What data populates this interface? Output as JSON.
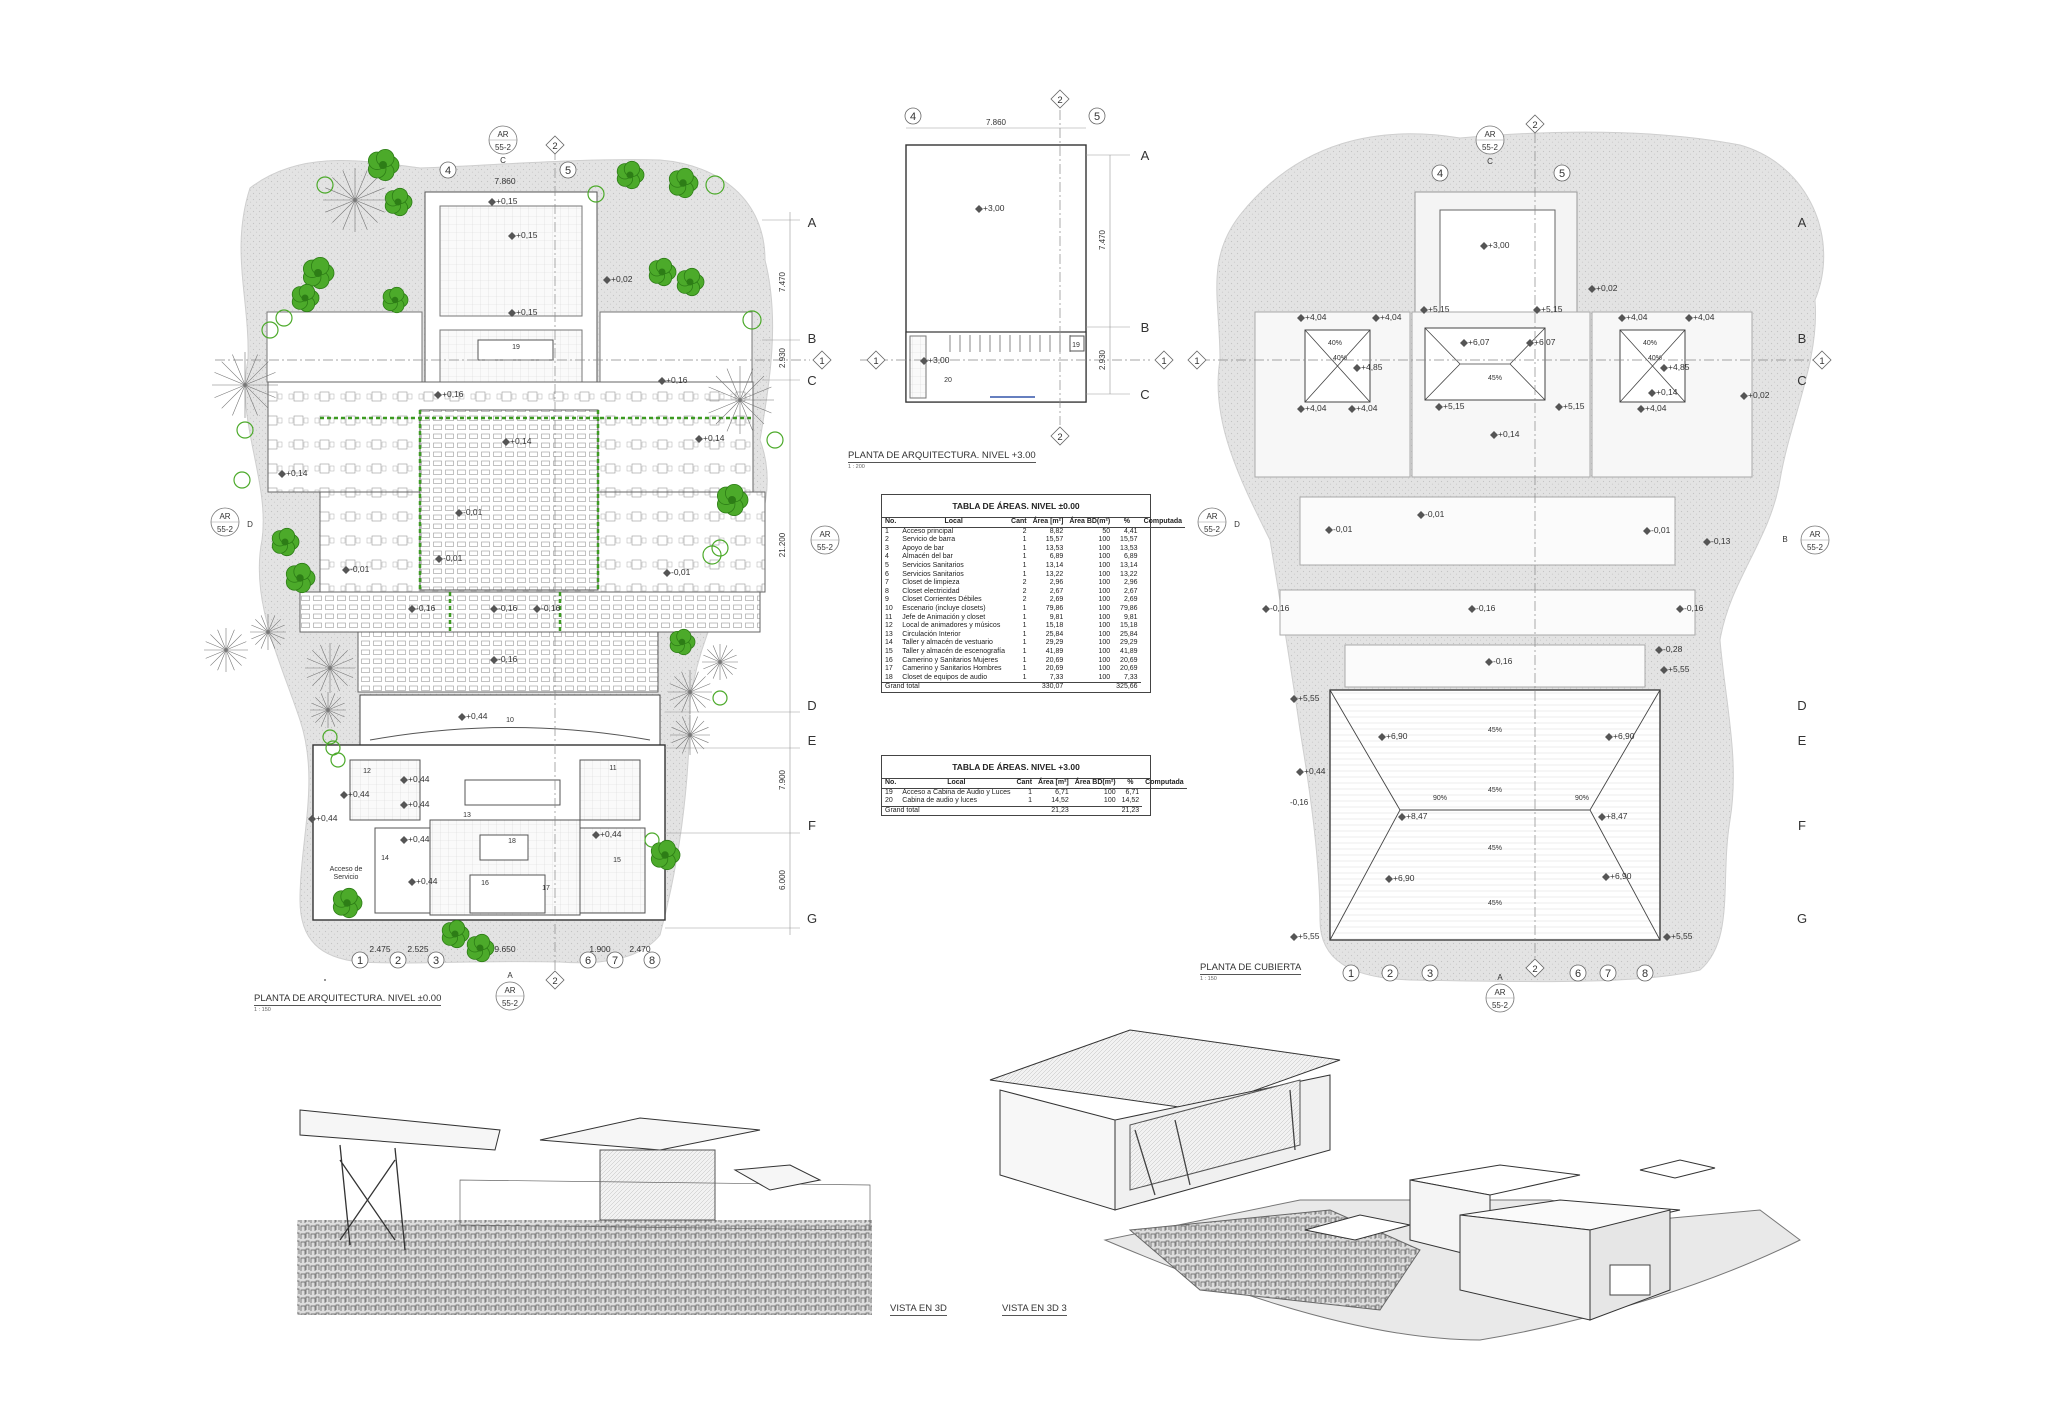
{
  "plans": {
    "ground": {
      "title": "PLANTA DE ARQUITECTURA. NIVEL ±0.00",
      "scale": "1 : 150",
      "grid_cols": [
        "1",
        "2",
        "3",
        "4",
        "5",
        "6",
        "7",
        "8"
      ],
      "grid_rows": [
        "A",
        "B",
        "C",
        "D",
        "E",
        "F",
        "G"
      ],
      "top_dim": "7.860",
      "bottom_dims": [
        "2.475",
        "2.525",
        "9.650",
        "1.900",
        "2.470"
      ],
      "side_dims": [
        "7.470",
        "2.930",
        "21.200",
        "7.900",
        "6.000"
      ],
      "levels": [
        "+0,15",
        "+0,15",
        "+0,15",
        "+0,02",
        "+0,16",
        "+0,16",
        "+0,14",
        "+0,14",
        "+0,14",
        "-0,01",
        "-0,01",
        "-0,01",
        "-0,01",
        "-0,16",
        "-0,16",
        "-0,16",
        "-0,16",
        "+0,44",
        "+0,44",
        "+0,44",
        "+0,44",
        "+0,44",
        "+0,44",
        "+0,44",
        "+0,44",
        "-0,16"
      ],
      "tags": [
        "AR 55-2",
        "AR 55-2",
        "AR 55-2",
        "AR 55-2"
      ],
      "service_label": "Acceso de Servicio",
      "stage_num": "10",
      "room_nums": [
        "11",
        "12",
        "13",
        "14",
        "15",
        "16",
        "17",
        "18",
        "19",
        "20"
      ]
    },
    "upper": {
      "title": "PLANTA DE ARQUITECTURA. NIVEL +3.00",
      "scale": "1 : 200",
      "grid_cols": [
        "4",
        "2",
        "5"
      ],
      "grid_rows": [
        "A",
        "B",
        "C"
      ],
      "top_dim": "7.860",
      "side_dims": [
        "7.470",
        "2.930"
      ],
      "levels": [
        "+3,00",
        "+3,00"
      ],
      "room_nums": [
        "19",
        "20"
      ]
    },
    "roof": {
      "title": "PLANTA DE CUBIERTA",
      "scale": "1 : 150",
      "grid_cols": [
        "1",
        "2",
        "3",
        "4",
        "5",
        "6",
        "7",
        "8"
      ],
      "grid_rows": [
        "A",
        "B",
        "C",
        "D",
        "E",
        "F",
        "G"
      ],
      "levels": [
        "+3,00",
        "+0,02",
        "+4,04",
        "+4,04",
        "+4,04",
        "+4,04",
        "+4,04",
        "+4,04",
        "+4,04",
        "+4,85",
        "+4,85",
        "+5,15",
        "+5,15",
        "+5,15",
        "+5,15",
        "+6,07",
        "+6,07",
        "+0,14",
        "+0,14",
        "+0,02",
        "-0,01",
        "-0,01",
        "-0,01",
        "-0,13",
        "-0,16",
        "-0,16",
        "-0,16",
        "-0,16",
        "-0,28",
        "+5,55",
        "+5,55",
        "+5,55",
        "+5,55",
        "+6,90",
        "+6,90",
        "+6,90",
        "+6,90",
        "+0,44",
        "+8,47",
        "+8,47"
      ],
      "slopes": [
        "40%",
        "40%",
        "40%",
        "40%",
        "45%",
        "45%",
        "45%",
        "45%",
        "45%",
        "90%",
        "90%"
      ],
      "tags": [
        "AR 55-2",
        "AR 55-2",
        "AR 55-2",
        "AR 55-2"
      ]
    }
  },
  "tables": {
    "ground": {
      "title": "TABLA DE ÁREAS. NIVEL ±0.00",
      "headers": [
        "No.",
        "Local",
        "Cant",
        "Área [m²]",
        "Área BD(m²)",
        "%",
        "Computada"
      ],
      "rows": [
        [
          "1",
          "Acceso principal",
          "2",
          "8,82",
          "50",
          "4,41"
        ],
        [
          "2",
          "Servicio de barra",
          "1",
          "15,57",
          "100",
          "15,57"
        ],
        [
          "3",
          "Apoyo de bar",
          "1",
          "13,53",
          "100",
          "13,53"
        ],
        [
          "4",
          "Almacén del bar",
          "1",
          "6,89",
          "100",
          "6,89"
        ],
        [
          "5",
          "Servicios Sanitarios",
          "1",
          "13,14",
          "100",
          "13,14"
        ],
        [
          "6",
          "Servicios Sanitarios",
          "1",
          "13,22",
          "100",
          "13,22"
        ],
        [
          "7",
          "Closet de limpieza",
          "2",
          "2,96",
          "100",
          "2,96"
        ],
        [
          "8",
          "Closet electricidad",
          "2",
          "2,67",
          "100",
          "2,67"
        ],
        [
          "9",
          "Closet Corrientes Débiles",
          "2",
          "2,69",
          "100",
          "2,69"
        ],
        [
          "10",
          "Escenario (incluye closets)",
          "1",
          "79,86",
          "100",
          "79,86"
        ],
        [
          "11",
          "Jefe de Animación y closet",
          "1",
          "9,81",
          "100",
          "9,81"
        ],
        [
          "12",
          "Local de animadores y músicos",
          "1",
          "15,18",
          "100",
          "15,18"
        ],
        [
          "13",
          "Circulación Interior",
          "1",
          "25,84",
          "100",
          "25,84"
        ],
        [
          "14",
          "Taller y almacén de vestuario",
          "1",
          "29,29",
          "100",
          "29,29"
        ],
        [
          "15",
          "Taller y almacén de escenografía",
          "1",
          "41,89",
          "100",
          "41,89"
        ],
        [
          "16",
          "Camerino y Sanitarios Mujeres",
          "1",
          "20,69",
          "100",
          "20,69"
        ],
        [
          "17",
          "Camerino y Sanitarios Hombres",
          "1",
          "20,69",
          "100",
          "20,69"
        ],
        [
          "18",
          "Closet de equipos de audio",
          "1",
          "7,33",
          "100",
          "7,33"
        ]
      ],
      "total_label": "Grand total",
      "total_area": "330,07",
      "total_computed": "325,66"
    },
    "upper": {
      "title": "TABLA DE ÁREAS. NIVEL +3.00",
      "headers": [
        "No.",
        "Local",
        "Cant",
        "Área [m²]",
        "Área BD(m²)",
        "%",
        "Computada"
      ],
      "rows": [
        [
          "19",
          "Acceso a Cabina de Audio y Luces",
          "1",
          "6,71",
          "100",
          "6,71"
        ],
        [
          "20",
          "Cabina de audio y luces",
          "1",
          "14,52",
          "100",
          "14,52"
        ]
      ],
      "total_label": "Grand total",
      "total_area": "21,23",
      "total_computed": "21,23"
    }
  },
  "views": {
    "v1": "VISTA EN 3D",
    "v2": "VISTA EN 3D 3"
  },
  "colors": {
    "ground_fill": "#e2e2e2",
    "tree_green": "#4caa2a",
    "tree_dark": "#2d7d16",
    "line": "#555555"
  }
}
